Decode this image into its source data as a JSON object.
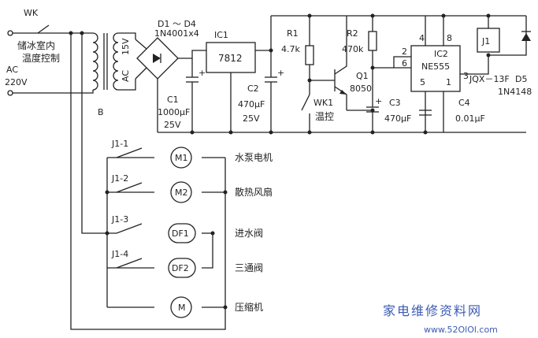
{
  "labels": {
    "wk": "WK",
    "room_control_1": "储冰室内",
    "room_control_2": "温度控制",
    "ac_in": "AC",
    "v220": "220V",
    "b": "B",
    "v15": "15V",
    "ac_sec": "AC",
    "d1d4": "D1 ～ D4",
    "d_part": "1N4001x4",
    "ic1": "IC1",
    "reg": "7812",
    "c1": "C1",
    "c1_val": "1000μF",
    "c1_v": "25V",
    "c2": "C2",
    "c2_val": "470μF",
    "c2_v": "25V",
    "r1": "R1",
    "r1_val": "4.7k",
    "r2": "R2",
    "r2_val": "470k",
    "q1": "Q1",
    "q1_part": "8050",
    "wk1": "WK1",
    "wk1_cn": "温控",
    "c3": "C3",
    "c3_val": "470μF",
    "ic2": "IC2",
    "ic2_part": "NE555",
    "pin4": "4",
    "pin8": "8",
    "pin2": "2",
    "pin6": "6",
    "pin3": "3",
    "pin5": "5",
    "pin1": "1",
    "c4": "C4",
    "c4_val": "0.01μF",
    "j1": "J1",
    "relay": "JQX－13F",
    "d5": "D5",
    "d5_part": "1N4148",
    "j1_1": "J1-1",
    "j1_2": "J1-2",
    "j1_3": "J1-3",
    "j1_4": "J1-4",
    "m1": "M1",
    "m2": "M2",
    "df1": "DF1",
    "df2": "DF2",
    "m": "M",
    "pump": "水泵电机",
    "fan": "散热风扇",
    "inlet": "进水阀",
    "threeway": "三通阀",
    "compressor": "压缩机"
  },
  "watermark": {
    "text": "家电维修资料网",
    "url": "www.52OlOl.com"
  }
}
